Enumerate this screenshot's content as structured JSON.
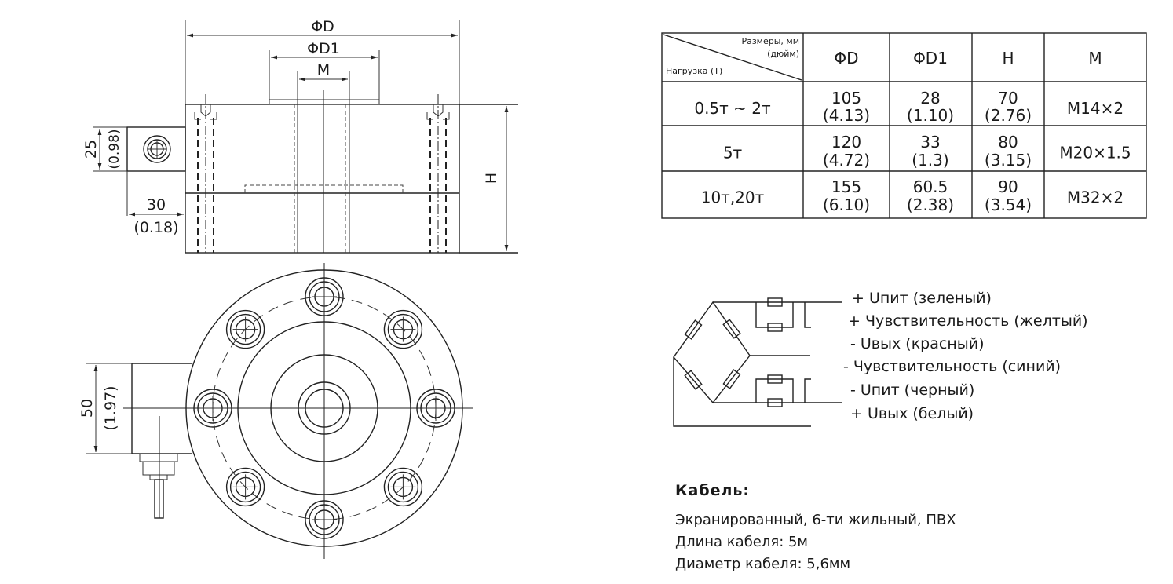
{
  "top_view": {
    "dim_D": "ΦD",
    "dim_D1": "ΦD1",
    "dim_M": "M",
    "dim_H": "H",
    "dim_25": "25",
    "dim_25_in": "(0.98)",
    "dim_30": "30",
    "dim_30_in": "(0.18)"
  },
  "bottom_view": {
    "dim_50": "50",
    "dim_50_in": "(1.97)"
  },
  "table": {
    "corner_top": "Размеры, мм",
    "corner_top2": "(дюйм)",
    "corner_bottom": "Нагрузка (Т)",
    "headers": [
      "ΦD",
      "ΦD1",
      "H",
      "M"
    ],
    "rows": [
      {
        "load": "0.5т ~ 2т",
        "D": "105",
        "D_in": "(4.13)",
        "D1": "28",
        "D1_in": "(1.10)",
        "H": "70",
        "H_in": "(2.76)",
        "M": "M14×2"
      },
      {
        "load": "5т",
        "D": "120",
        "D_in": "(4.72)",
        "D1": "33",
        "D1_in": "(1.3)",
        "H": "80",
        "H_in": "(3.15)",
        "M": "M20×1.5"
      },
      {
        "load": "10т,20т",
        "D": "155",
        "D_in": "(6.10)",
        "D1": "60.5",
        "D1_in": "(2.38)",
        "H": "90",
        "H_in": "(3.54)",
        "M": "M32×2"
      }
    ]
  },
  "wiring": {
    "labels": [
      "+ Uпит (зеленый)",
      "+ Чувствительность (желтый)",
      "-  Uвых (красный)",
      "- Чувствительность (синий)",
      "-  Uпит (черный)",
      "+ Uвых (белый)"
    ]
  },
  "cable": {
    "title": "Кабель:",
    "lines": [
      "Экранированный, 6-ти жильный, ПВХ",
      "Длина кабеля: 5м",
      "Диаметр кабеля: 5,6мм"
    ]
  }
}
